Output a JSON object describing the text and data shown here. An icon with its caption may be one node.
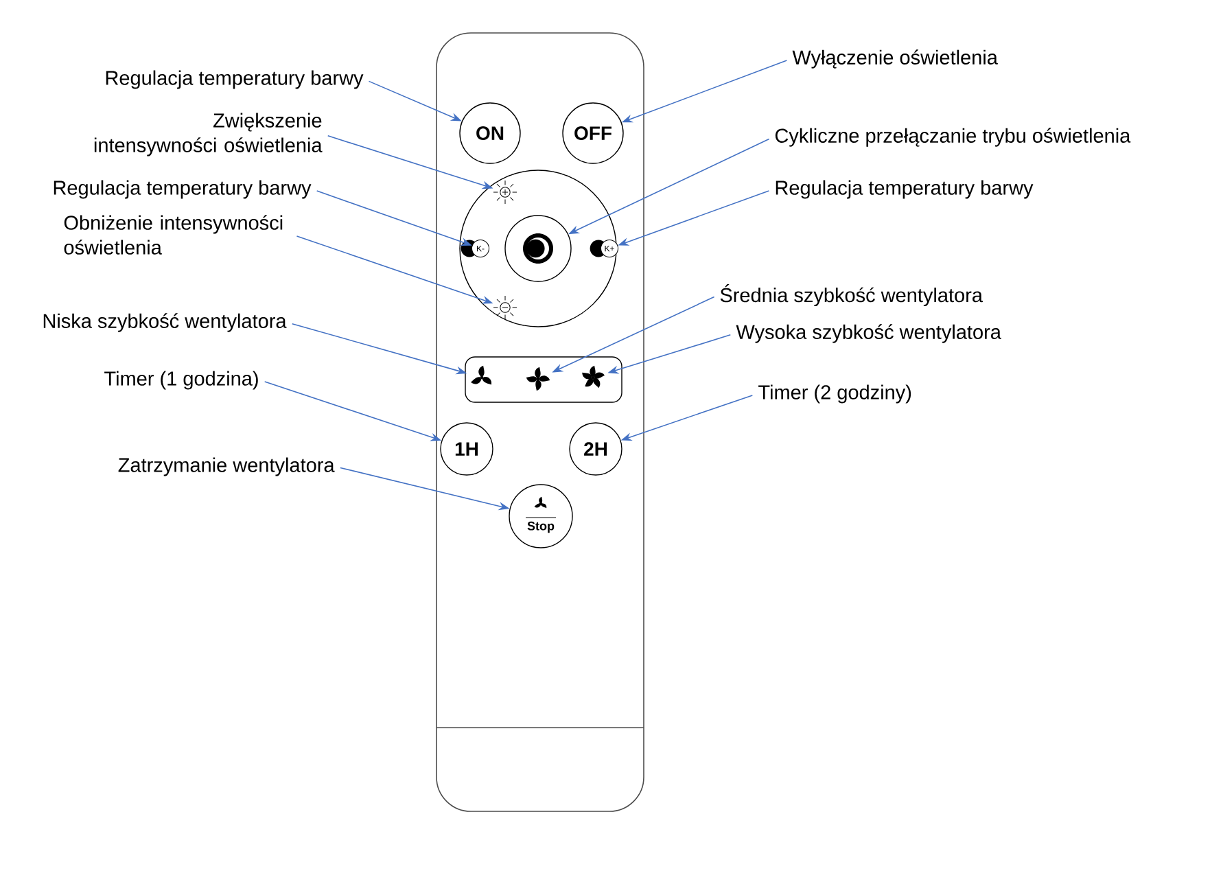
{
  "diagram": {
    "nodes": [
      {
        "text": [
          "Regulacja temperatury barwy"
        ]
      },
      {
        "text": [
          "ON"
        ]
      },
      {
        "text": [
          "Wyłączenie oświetlenia"
        ]
      },
      {
        "text": [
          "OFF"
        ]
      },
      {
        "text": [
          "Zwiększenie intensywności oświetlenia"
        ]
      },
      {
        "text": [],
        "shape": "sun"
      },
      {
        "text": [
          "Cykliczne przełączanie trybu oświetlenia"
        ]
      },
      {
        "text": [],
        "shape": "circle"
      },
      {
        "text": [
          "Regulacja temperatury barwy"
        ]
      },
      {
        "text": [
          "K-"
        ]
      },
      {
        "text": [
          "Regulacja temperatury barwy"
        ]
      },
      {
        "text": [
          "K+"
        ]
      },
      {
        "text": [
          "Obniżenie intensywności oświetlenia"
        ]
      },
      {
        "text": [],
        "shape": "sun"
      },
      {
        "text": [
          "Średnia szybkość wentylatora"
        ]
      },
      {
        "text": [
          "Niska szybkość wentylatora"
        ]
      },
      {
        "text": [],
        "shape": "fan"
      },
      {
        "text": [],
        "shape": "fan"
      },
      {
        "text": [
          "Wysoka szybkość wentylatora"
        ]
      },
      {
        "text": [],
        "shape": "fan"
      },
      {
        "text": [
          "Timer (1 godzina)"
        ]
      },
      {
        "text": [
          "1H"
        ]
      },
      {
        "text": [
          "Timer (2 godziny)"
        ]
      },
      {
        "text": [
          "2H"
        ]
      },
      {
        "text": [
          "Zatrzymanie wentylatora"
        ]
      },
      {
        "text": [
          "Stop"
        ]
      }
    ],
    "edges": [
      {
        "from": 0,
        "to": 1,
        "arrow": "to"
      },
      {
        "from": 2,
        "to": 3,
        "arrow": "to"
      },
      {
        "from": 4,
        "to": 5,
        "arrow": "to"
      },
      {
        "from": 6,
        "to": 7,
        "arrow": "to"
      },
      {
        "from": 8,
        "to": 9,
        "arrow": "to"
      },
      {
        "from": 10,
        "to": 11,
        "arrow": "to"
      },
      {
        "from": 12,
        "to": 13,
        "arrow": "to"
      },
      {
        "from": 14,
        "to": 17,
        "arrow": "to"
      },
      {
        "from": 15,
        "to": 16,
        "arrow": "to"
      },
      {
        "from": 18,
        "to": 19,
        "arrow": "to"
      },
      {
        "from": 20,
        "to": 21,
        "arrow": "to"
      },
      {
        "from": 22,
        "to": 23,
        "arrow": "to"
      },
      {
        "from": 24,
        "to": 25,
        "arrow": "to"
      }
    ]
  }
}
